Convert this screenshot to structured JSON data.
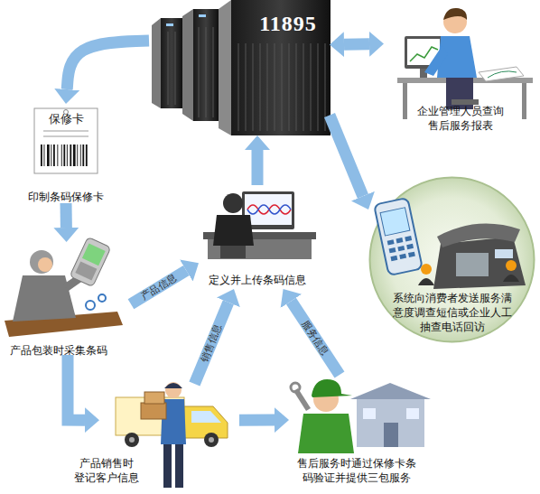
{
  "diagram": {
    "nodes": [
      {
        "text": [
          "11895"
        ]
      },
      {
        "text": [
          "企业管理人员查询 售后服务报表"
        ]
      },
      {
        "text": [
          "保修卡",
          "印制条码保修卡"
        ]
      },
      {
        "text": [
          "定义并上传条码信息"
        ]
      },
      {
        "text": [
          "系统向消费者发送服务满 意度调查短信或企业人工 抽查电话回访"
        ]
      },
      {
        "text": [
          "产品包装时采集条码"
        ]
      },
      {
        "text": [
          "产品销售时 登记客户信息"
        ]
      },
      {
        "text": [
          "售后服务时通过保修卡条 码验证并提供三包服务"
        ]
      }
    ],
    "edges": [
      {
        "from": 0,
        "to": 2,
        "arrow": "to"
      },
      {
        "from": 2,
        "to": 5,
        "arrow": "to"
      },
      {
        "from": 5,
        "to": 6,
        "arrow": "to"
      },
      {
        "from": 6,
        "to": 7,
        "arrow": "to"
      },
      {
        "from": 5,
        "to": 3,
        "label": "产品信息",
        "arrow": "to"
      },
      {
        "from": 6,
        "to": 3,
        "label": "销售信息",
        "arrow": "to"
      },
      {
        "from": 7,
        "to": 3,
        "label": "服务信息",
        "arrow": "to"
      },
      {
        "from": 3,
        "to": 0,
        "arrow": "to"
      },
      {
        "from": 0,
        "to": 1,
        "arrow": "both"
      },
      {
        "from": 0,
        "to": 4,
        "arrow": "to"
      }
    ]
  }
}
